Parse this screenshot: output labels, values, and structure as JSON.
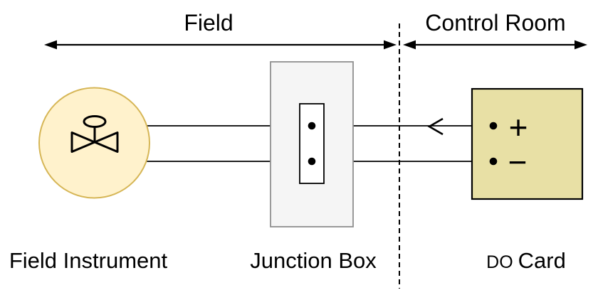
{
  "header": {
    "field_zone_label": "Field",
    "control_room_zone_label": "Control Room"
  },
  "nodes": {
    "field_instrument": {
      "label": "Field Instrument"
    },
    "junction_box": {
      "label": "Junction Box"
    },
    "do_card": {
      "label_type": "DO",
      "label_word": "Card",
      "plus_terminal": "+",
      "minus_terminal": "−"
    }
  },
  "colors": {
    "instrument_fill": "#FFF2CC",
    "instrument_stroke": "#D6B656",
    "junction_box_fill": "#F5F5F5",
    "junction_box_stroke": "#8F8F8F",
    "terminal_strip_fill": "#FFFFFF",
    "do_card_fill": "#E8E0A5",
    "line_color": "#000000"
  }
}
